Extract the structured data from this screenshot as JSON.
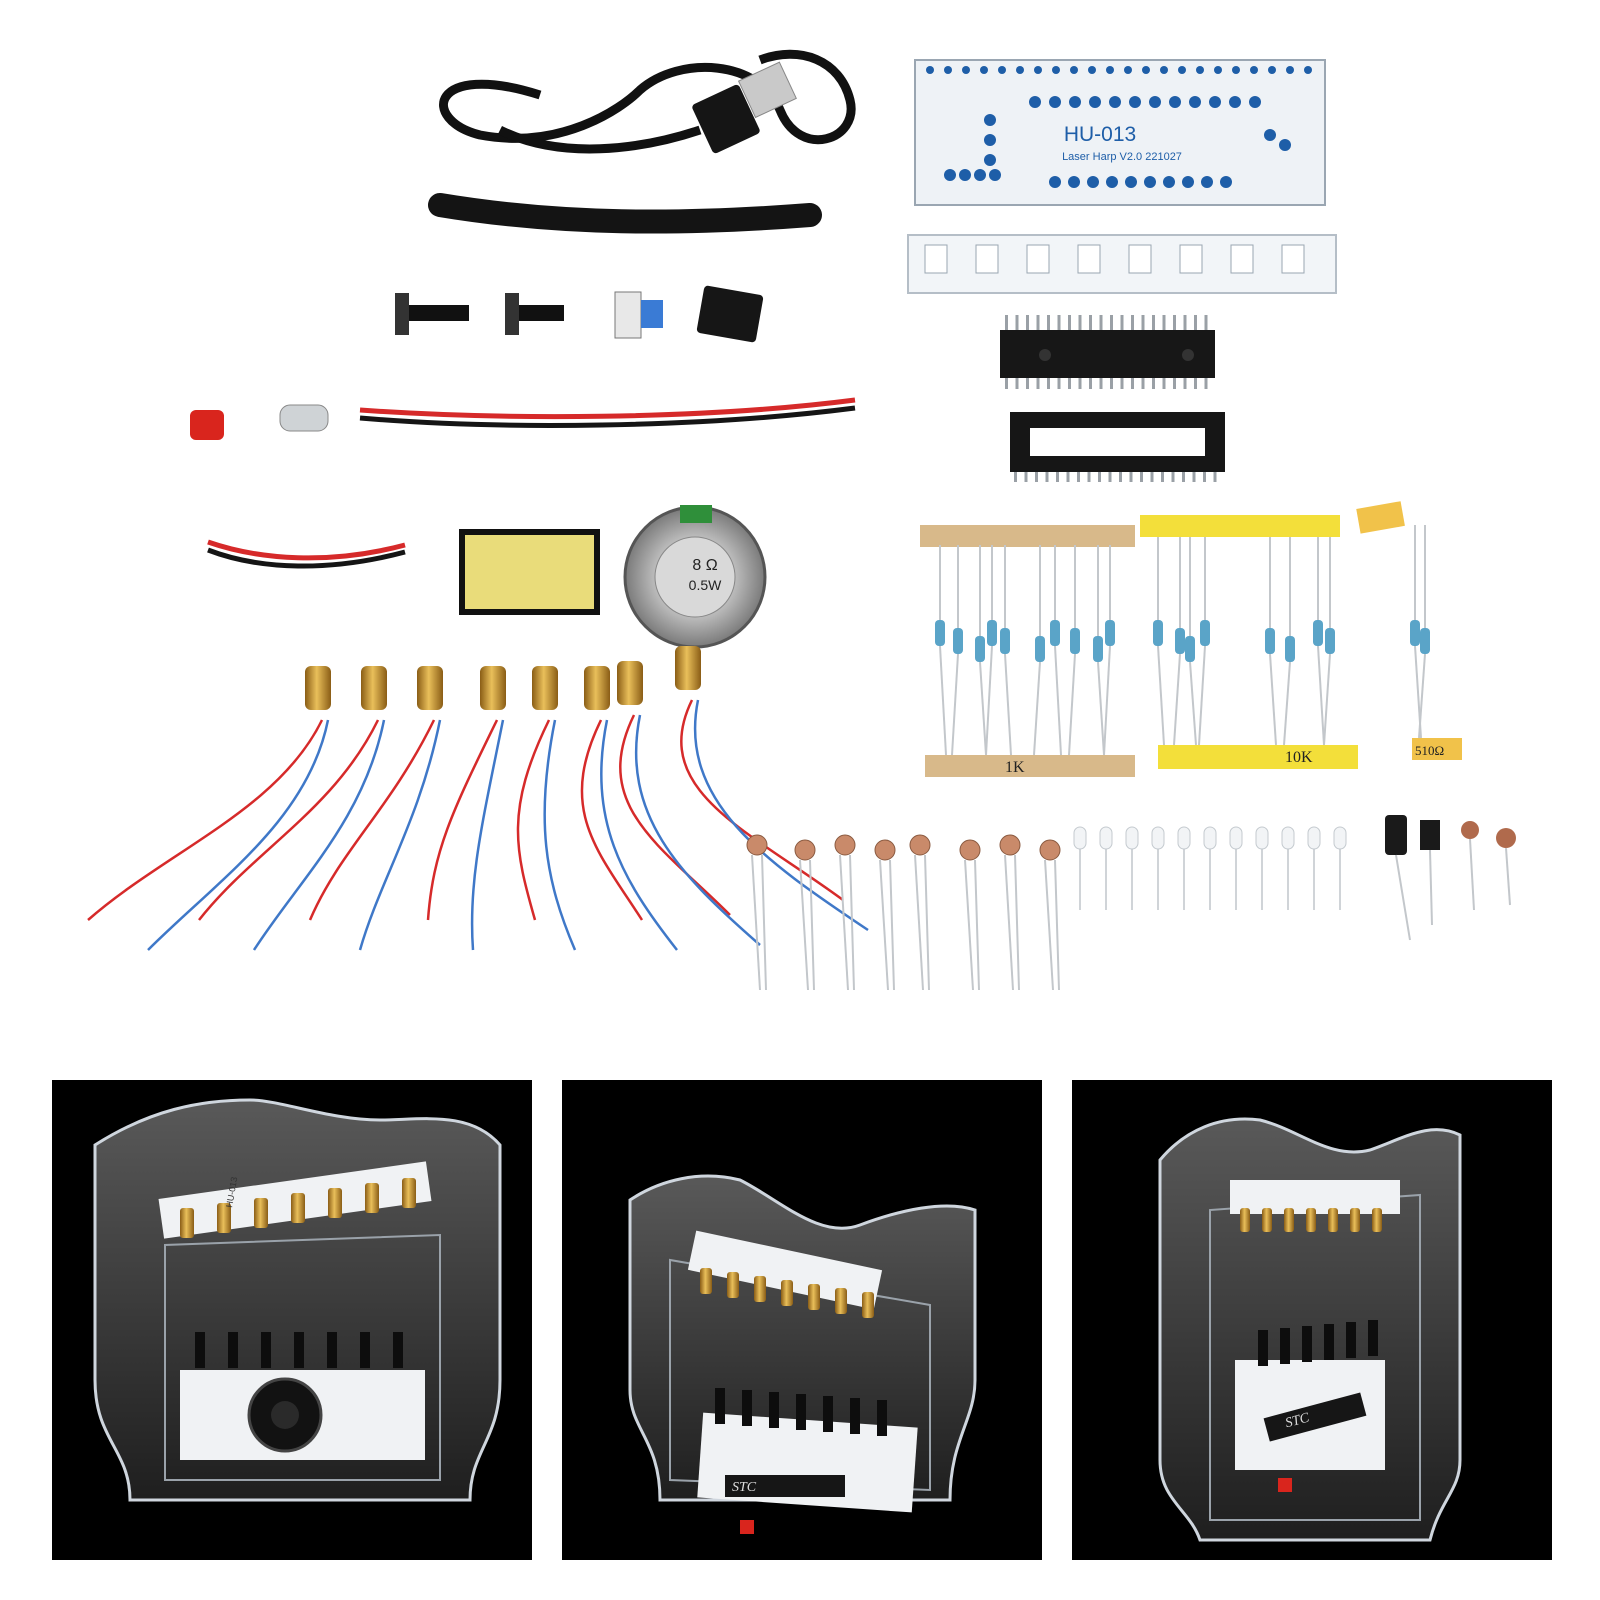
{
  "pcb_main": {
    "model": "HU-013",
    "subtitle": "Laser Harp V2.0 221027"
  },
  "speaker": {
    "rating_ohm": "8 Ω",
    "rating_watt": "0.5W"
  },
  "resistor_strips": [
    {
      "label": "1K"
    },
    {
      "label": "10K"
    },
    {
      "label": "510Ω"
    }
  ],
  "chip_brand": "STC",
  "assembled_board_model": "HU-013",
  "colors": {
    "background": "#ffffff",
    "photo_panel": "#000000",
    "pcb_white": "#eef2f6",
    "pcb_blue": "#1e5ea8",
    "brass": "#c8962f",
    "wire_red": "#d62a2a",
    "wire_blue": "#3f78c8",
    "resistor_body": "#5aa4c8",
    "tape_tan": "#d8b98a",
    "tape_yellow": "#f3df3a",
    "tape_orange": "#f1c24a"
  }
}
